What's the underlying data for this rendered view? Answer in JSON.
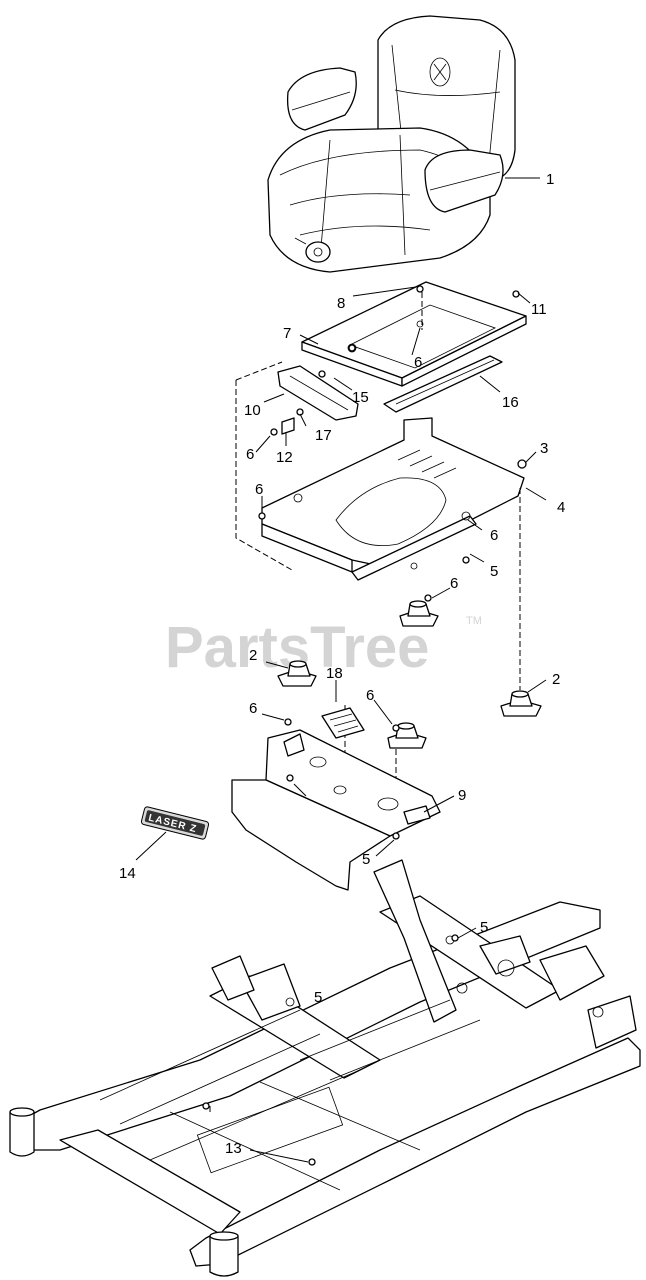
{
  "watermark": {
    "text": "PartsTree",
    "tm": "TM"
  },
  "decal_text": "LASER Z",
  "callouts": [
    {
      "id": "c1",
      "label": "1"
    },
    {
      "id": "c8",
      "label": "8"
    },
    {
      "id": "c11",
      "label": "11"
    },
    {
      "id": "c7",
      "label": "7"
    },
    {
      "id": "c6a",
      "label": "6"
    },
    {
      "id": "c15",
      "label": "15"
    },
    {
      "id": "c16",
      "label": "16"
    },
    {
      "id": "c10",
      "label": "10"
    },
    {
      "id": "c17",
      "label": "17"
    },
    {
      "id": "c6b",
      "label": "6"
    },
    {
      "id": "c12",
      "label": "12"
    },
    {
      "id": "c3",
      "label": "3"
    },
    {
      "id": "c4",
      "label": "4"
    },
    {
      "id": "c6c",
      "label": "6"
    },
    {
      "id": "c6d",
      "label": "6"
    },
    {
      "id": "c5a",
      "label": "5"
    },
    {
      "id": "c6e",
      "label": "6"
    },
    {
      "id": "c2a",
      "label": "2"
    },
    {
      "id": "c2b",
      "label": "2"
    },
    {
      "id": "c18",
      "label": "18"
    },
    {
      "id": "c6f",
      "label": "6"
    },
    {
      "id": "c6g",
      "label": "6"
    },
    {
      "id": "c9",
      "label": "9"
    },
    {
      "id": "c14",
      "label": "14"
    },
    {
      "id": "c5b",
      "label": "5"
    },
    {
      "id": "c5c",
      "label": "5"
    },
    {
      "id": "c5d",
      "label": "5"
    },
    {
      "id": "c13",
      "label": "13"
    }
  ]
}
